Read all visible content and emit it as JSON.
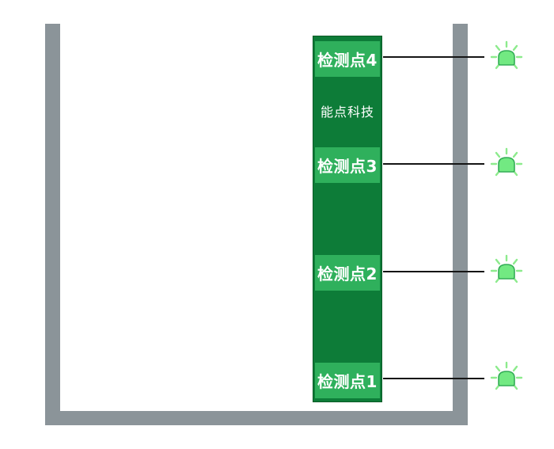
{
  "diagram": {
    "company_label": "能点科技",
    "detection_points": [
      {
        "label": "检测点4"
      },
      {
        "label": "检测点3"
      },
      {
        "label": "检测点2"
      },
      {
        "label": "检测点1"
      }
    ]
  },
  "colors": {
    "background": "#ffffff",
    "wall": "#8b9499",
    "column": "#0d7c38",
    "column_border": "#085a26",
    "box": "#2fb05c",
    "label_text": "#ffffff",
    "connector": "#151515",
    "led_fill": "#72e982",
    "led_stroke": "#34ad56",
    "led_ray": "#8deb8d"
  }
}
